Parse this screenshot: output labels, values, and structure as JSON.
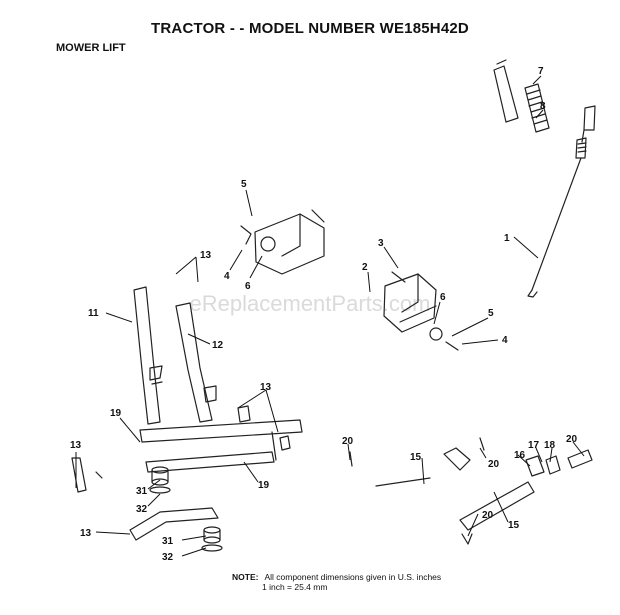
{
  "title": "TRACTOR - - MODEL NUMBER WE185H42D",
  "subtitle": "MOWER LIFT",
  "watermark": "eReplacementParts.com",
  "note": {
    "label": "NOTE:",
    "line1": "All component dimensions given in U.S. inches",
    "line2": "1 inch = 25.4 mm"
  },
  "callouts": {
    "c1": "1",
    "c2": "2",
    "c3": "3",
    "c4a": "4",
    "c4b": "4",
    "c5a": "5",
    "c5b": "5",
    "c6a": "6",
    "c6b": "6",
    "c7": "7",
    "c8": "8",
    "c11": "11",
    "c12": "12",
    "c13a": "13",
    "c13b": "13",
    "c13c": "13",
    "c13d": "13",
    "c15a": "15",
    "c15b": "15",
    "c16": "16",
    "c17": "17",
    "c18": "18",
    "c19a": "19",
    "c19b": "19",
    "c20a": "20",
    "c20b": "20",
    "c20c": "20",
    "c20d": "20",
    "c31a": "31",
    "c31b": "31",
    "c32a": "32",
    "c32b": "32"
  }
}
